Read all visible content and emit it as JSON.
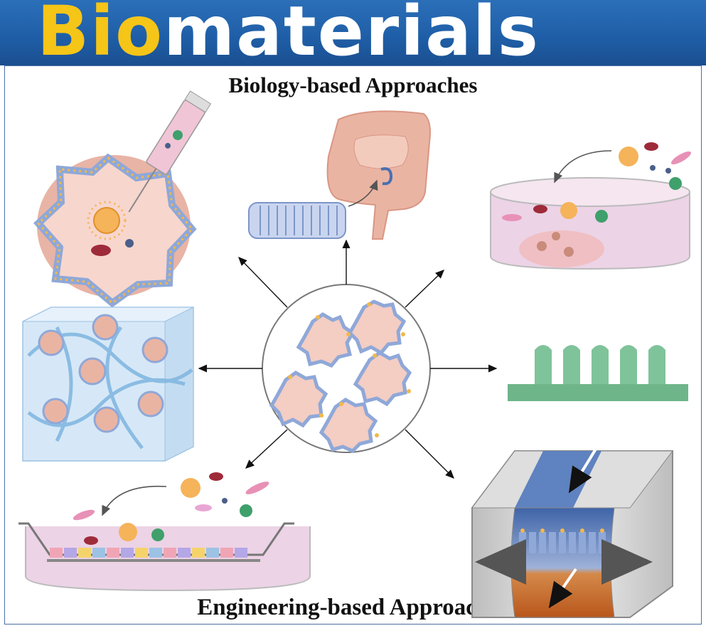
{
  "banner": {
    "title_part1": "Bio",
    "title_part2": "materials"
  },
  "headings": {
    "top": "Biology-based Approaches",
    "bottom": "Engineering-based Approaches"
  },
  "colors": {
    "banner_blue": "#1f5fa8",
    "bio_yellow": "#f5c518",
    "organoid_pink": "#f2c9bf",
    "membrane_blue": "#8fa8d8",
    "pillar_green": "#6fb58a",
    "hydrogel_blue": "#cfe3f5"
  },
  "icons": [
    "syringe-icon",
    "intestine-icon",
    "culture-dish-icon",
    "hydrogel-cube-icon",
    "micropillar-icon",
    "transwell-icon",
    "organ-chip-icon",
    "organoid-cluster-icon"
  ]
}
